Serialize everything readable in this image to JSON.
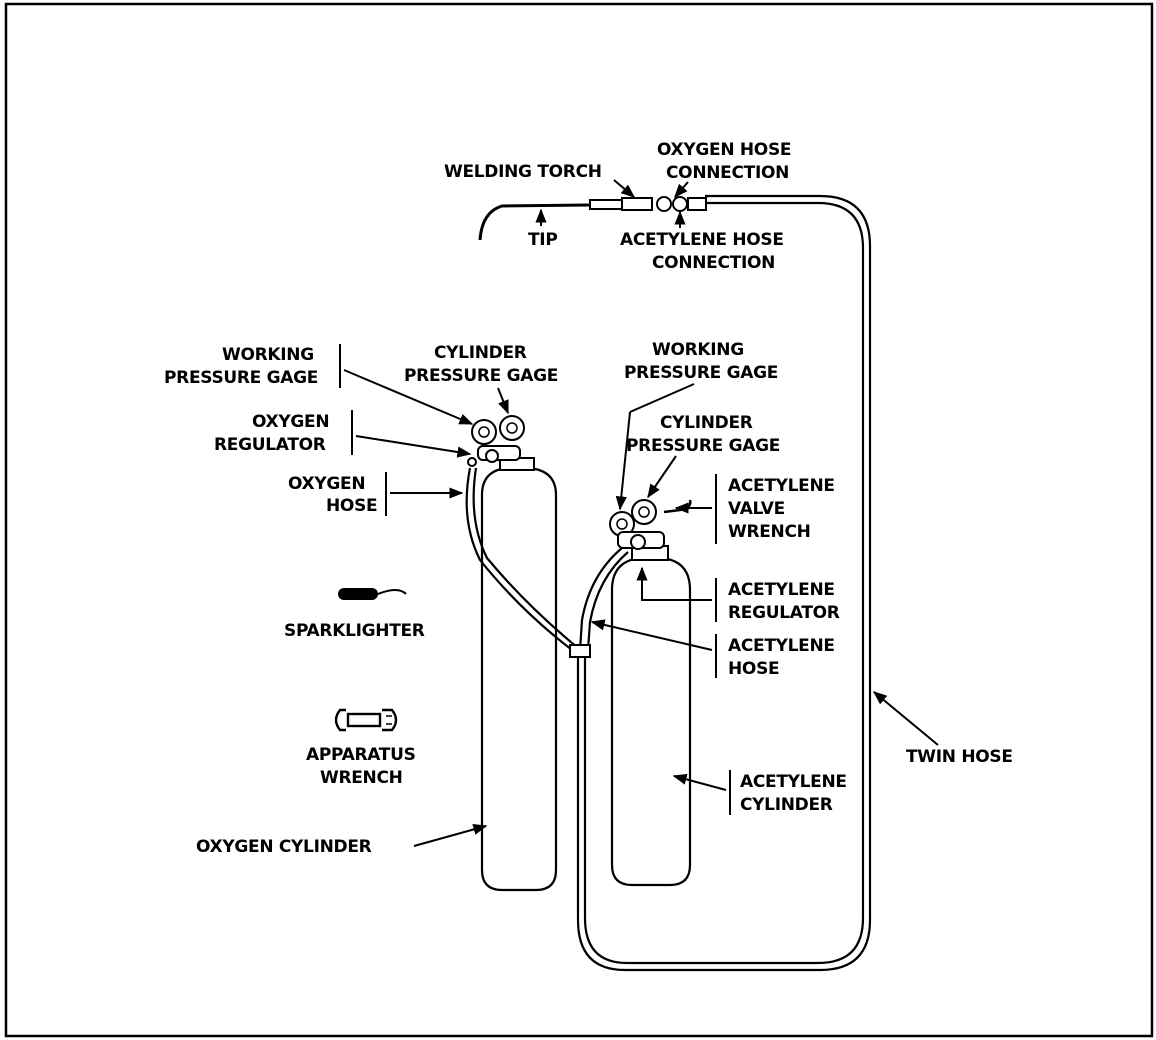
{
  "labels": {
    "welding_torch": "WELDING TORCH",
    "oxygen_hose_connection_1": "OXYGEN HOSE",
    "oxygen_hose_connection_2": "CONNECTION",
    "tip": "TIP",
    "acetylene_hose_connection_1": "ACETYLENE HOSE",
    "acetylene_hose_connection_2": "CONNECTION",
    "working_pressure_gage_left_1": "WORKING",
    "working_pressure_gage_left_2": "PRESSURE GAGE",
    "cylinder_pressure_gage_left_1": "CYLINDER",
    "cylinder_pressure_gage_left_2": "PRESSURE GAGE",
    "working_pressure_gage_right_1": "WORKING",
    "working_pressure_gage_right_2": "PRESSURE GAGE",
    "oxygen_regulator_1": "OXYGEN",
    "oxygen_regulator_2": "REGULATOR",
    "cylinder_pressure_gage_right_1": "CYLINDER",
    "cylinder_pressure_gage_right_2": "PRESSURE GAGE",
    "oxygen_hose_1": "OXYGEN",
    "oxygen_hose_2": "HOSE",
    "acetylene_valve_wrench_1": "ACETYLENE",
    "acetylene_valve_wrench_2": "VALVE",
    "acetylene_valve_wrench_3": "WRENCH",
    "sparklighter": "SPARKLIGHTER",
    "acetylene_regulator_1": "ACETYLENE",
    "acetylene_regulator_2": "REGULATOR",
    "acetylene_hose_1": "ACETYLENE",
    "acetylene_hose_2": "HOSE",
    "apparatus_wrench_1": "APPARATUS",
    "apparatus_wrench_2": "WRENCH",
    "twin_hose": "TWIN HOSE",
    "acetylene_cylinder_1": "ACETYLENE",
    "acetylene_cylinder_2": "CYLINDER",
    "oxygen_cylinder": "OXYGEN CYLINDER"
  }
}
